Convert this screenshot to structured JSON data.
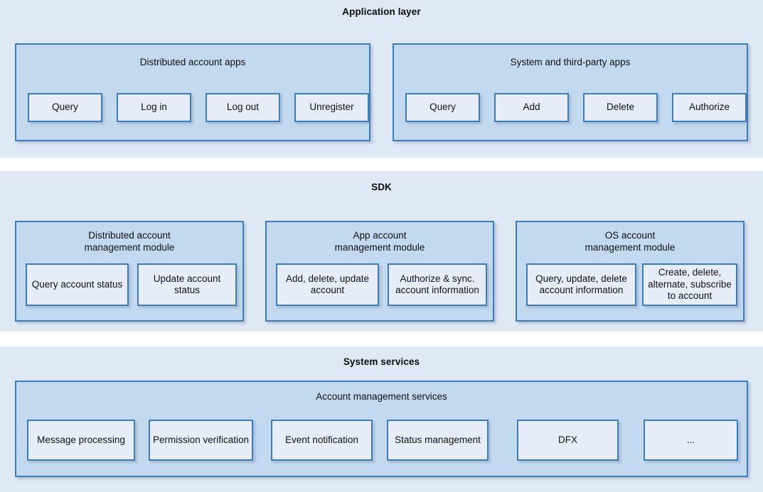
{
  "colors": {
    "band_background": "#dfe8f5",
    "group_background": "#c3d9ef",
    "cell_background": "#e6edf8",
    "border": "#3c7cb8",
    "text": "#111111",
    "page_background": "#ffffff"
  },
  "layers": [
    {
      "id": "application-layer",
      "title": "Application layer",
      "groups": [
        {
          "id": "distributed-account-apps",
          "title": "Distributed account apps",
          "cells": [
            "Query",
            "Log in",
            "Log out",
            "Unregister"
          ]
        },
        {
          "id": "system-and-third-party-apps",
          "title": "System and third-party apps",
          "cells": [
            "Query",
            "Add",
            "Delete",
            "Authorize"
          ]
        }
      ]
    },
    {
      "id": "sdk-layer",
      "title": "SDK",
      "groups": [
        {
          "id": "distributed-account-management-module",
          "title": "Distributed account\nmanagement module",
          "title_line1": "Distributed account",
          "title_line2": "management module",
          "cells": [
            "Query account status",
            "Update account status"
          ]
        },
        {
          "id": "app-account-management-module",
          "title": "App account\nmanagement module",
          "title_line1": "App account",
          "title_line2": "management module",
          "cells": [
            "Add, delete, update account",
            "Authorize & sync. account information"
          ]
        },
        {
          "id": "os-account-management-module",
          "title": "OS account\nmanagement module",
          "title_line1": "OS account",
          "title_line2": "management module",
          "cells": [
            "Query, update, delete account information",
            "Create, delete, alternate, subscribe to account"
          ]
        }
      ]
    },
    {
      "id": "system-services-layer",
      "title": "System services",
      "groups": [
        {
          "id": "account-management-services",
          "title": "Account management services",
          "cells": [
            "Message processing",
            "Permission verification",
            "Event notification",
            "Status management",
            "DFX",
            "..."
          ]
        }
      ]
    }
  ]
}
